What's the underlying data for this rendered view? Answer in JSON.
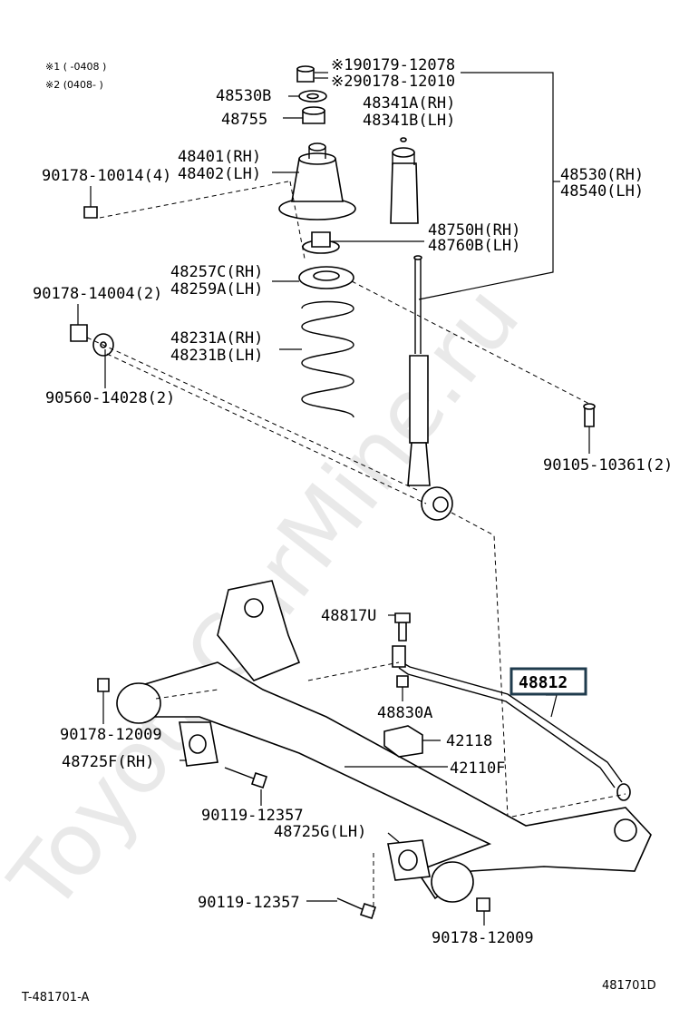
{
  "watermark": "ToyotaCarMine.ru",
  "notes": {
    "note1": "※1 (    -0408 )",
    "note2": "※2 (0408-      )"
  },
  "highlight_part": "48812",
  "parts": {
    "p_90179_12078": "※190179-12078",
    "p_90178_12010": "※290178-12010",
    "p_48530B": "48530B",
    "p_48341A": "48341A(RH)",
    "p_48341B": "48341B(LH)",
    "p_48755": "48755",
    "p_48401": "48401(RH)",
    "p_48402": "48402(LH)",
    "p_90178_10014": "90178-10014(4)",
    "p_48530": "48530(RH)",
    "p_48540": "48540(LH)",
    "p_48750H": "48750H(RH)",
    "p_48760B": "48760B(LH)",
    "p_48257C": "48257C(RH)",
    "p_48259A": "48259A(LH)",
    "p_90178_14004": "90178-14004(2)",
    "p_48231A": "48231A(RH)",
    "p_48231B": "48231B(LH)",
    "p_90560_14028": "90560-14028(2)",
    "p_90105_10361": "90105-10361(2)",
    "p_48817U": "48817U",
    "p_90178_12009a": "90178-12009",
    "p_48830A": "48830A",
    "p_42118": "42118",
    "p_48725F": "48725F(RH)",
    "p_42110F": "42110F",
    "p_90119_12357a": "90119-12357",
    "p_48725G": "48725G(LH)",
    "p_90119_12357b": "90119-12357",
    "p_90178_12009b": "90178-12009"
  },
  "footer": {
    "left": "T-481701-A",
    "right": "481701D"
  }
}
